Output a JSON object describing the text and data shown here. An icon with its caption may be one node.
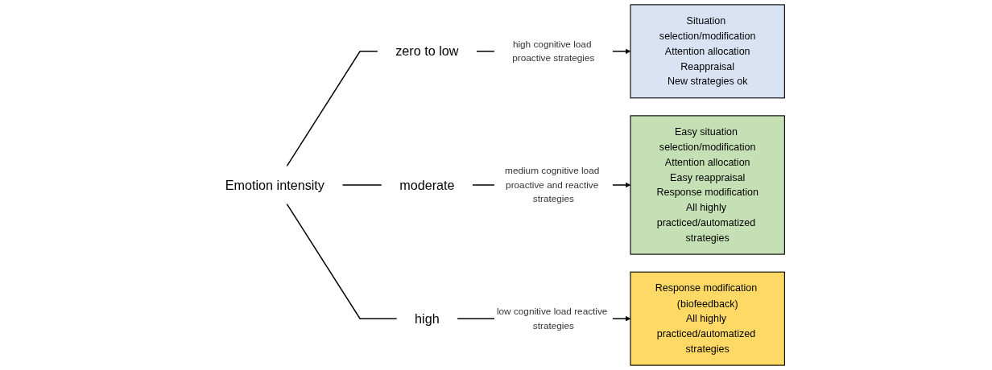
{
  "diagram": {
    "nodes": [
      {
        "text": [
          "Emotion intensity"
        ]
      },
      {
        "text": [
          "zero to low"
        ]
      },
      {
        "text": [
          "moderate"
        ]
      },
      {
        "text": [
          "high"
        ]
      },
      {
        "text": [
          "Situation selection/modification",
          "Attention allocation",
          "Reappraisal",
          "New strategies ok"
        ]
      },
      {
        "text": [
          "Easy situation selection/modification",
          "Attention allocation",
          "Easy reappraisal",
          "Response modification",
          "All highly practiced/automatized strategies"
        ]
      },
      {
        "text": [
          "Response modification (biofeedback)",
          "All highly practiced/automatized strategies"
        ]
      }
    ],
    "edges": [
      {
        "from": 0,
        "to": 1,
        "arrow": "none"
      },
      {
        "from": 0,
        "to": 2,
        "arrow": "none"
      },
      {
        "from": 0,
        "to": 3,
        "arrow": "none"
      },
      {
        "from": 1,
        "to": 4,
        "arrow": "to",
        "label": "high cognitive load proactive strategies"
      },
      {
        "from": 2,
        "to": 5,
        "arrow": "to",
        "label": "medium cognitive load proactive and reactive strategies"
      },
      {
        "from": 3,
        "to": 6,
        "arrow": "to",
        "label": "low cognitive load reactive strategies"
      }
    ]
  }
}
